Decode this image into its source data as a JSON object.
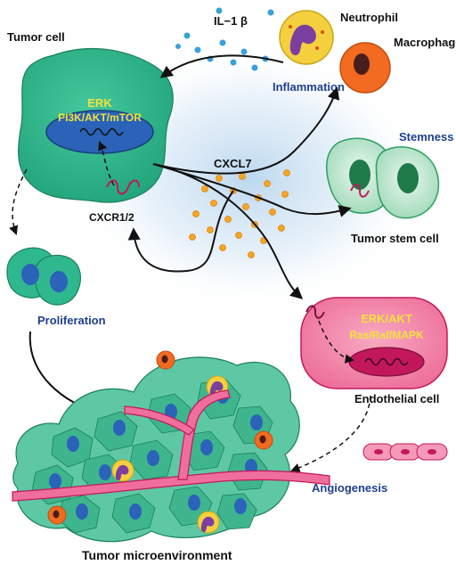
{
  "labels": {
    "tumor_cell": "Tumor cell",
    "erk": "ERK",
    "pi3k": "PI3K/AKT/mTOR",
    "il1b": "IL−1 β",
    "neutrophil": "Neutrophil",
    "macrophage": "Macrophage",
    "inflammation": "Inflammation",
    "stemness": "Stemness",
    "cxcl7": "CXCL7",
    "cxcr": "CXCR1/2",
    "tumor_stem_cell": "Tumor stem cell",
    "proliferation": "Proliferation",
    "erk_akt": "ERK/AKT",
    "ras_raf": "Ras/Raf/MAPK",
    "endothelial_cell": "Endothelial cell",
    "angiogenesis": "Angiogenesis",
    "tumor_microenvironment": "Tumor microenvironment"
  },
  "colors": {
    "tumor_green": "#2fb88d",
    "tumor_dark": "#1f8f6a",
    "nucleus_blue": "#2a63b8",
    "chemokine_orange": "#f5a623",
    "endothelial_pink": "#f07aa0",
    "vessel_pink": "#ef6f9c",
    "neutrophil_yellow": "#f4d03f",
    "macrophage_orange": "#f26b21",
    "label_blue": "#1f3f8f",
    "label_yellow": "#f2e23c"
  }
}
